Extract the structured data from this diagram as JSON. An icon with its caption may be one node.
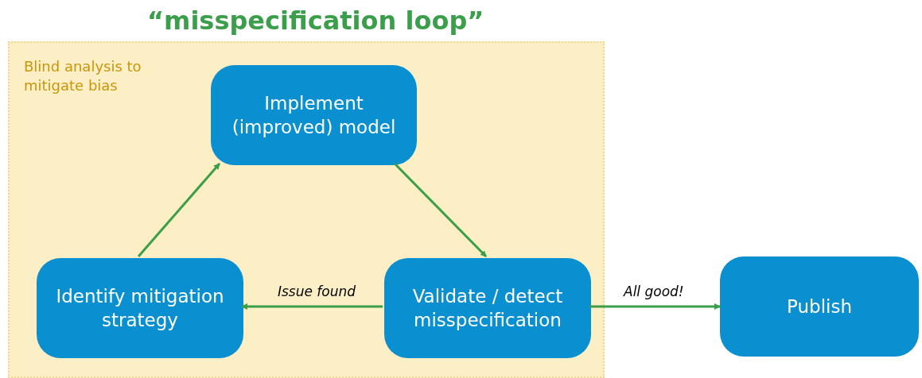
{
  "diagram": {
    "title": "“misspecification loop”",
    "nodes": [
      {
        "text": [
          "Blind analysis to mitigate bias"
        ]
      },
      {
        "text": [
          "Implement (improved) model"
        ],
        "in": 0
      },
      {
        "text": [
          "Validate / detect misspecification"
        ],
        "in": 0
      },
      {
        "text": [
          "Identify mitigation strategy"
        ],
        "in": 0
      },
      {
        "text": [
          "Publish"
        ]
      }
    ],
    "edges": [
      {
        "from": 1,
        "to": 2,
        "arrow": "to"
      },
      {
        "from": 2,
        "to": 3,
        "arrow": "to",
        "label": "Issue found"
      },
      {
        "from": 3,
        "to": 1,
        "arrow": "to"
      },
      {
        "from": 2,
        "to": 4,
        "arrow": "to",
        "label": "All good!"
      }
    ]
  }
}
